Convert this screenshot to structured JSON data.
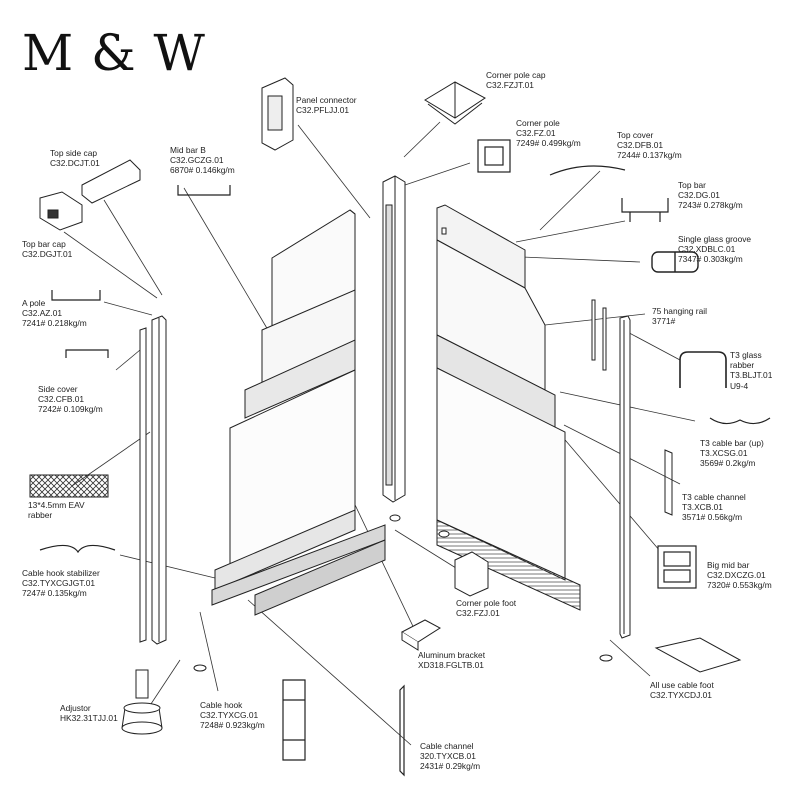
{
  "brand": {
    "logo_text": "M & W"
  },
  "parts": [
    {
      "key": "corner_pole_cap",
      "name": "Corner pole cap",
      "code": "C32.FZJT.01"
    },
    {
      "key": "panel_connector",
      "name": "Panel connector",
      "code": "C32.PFLJJ.01"
    },
    {
      "key": "corner_pole",
      "name": "Corner pole",
      "code": "C32.FZ.01",
      "spec": "7249# 0.499kg/m"
    },
    {
      "key": "top_cover",
      "name": "Top cover",
      "code": "C32.DFB.01",
      "spec": "7244# 0.137kg/m"
    },
    {
      "key": "top_side_cap",
      "name": "Top side cap",
      "code": "C32.DCJT.01"
    },
    {
      "key": "mid_bar_b",
      "name": "Mid bar B",
      "code": "C32.GCZG.01",
      "spec": "6870# 0.146kg/m"
    },
    {
      "key": "top_bar",
      "name": "Top bar",
      "code": "C32.DG.01",
      "spec": "7243# 0.278kg/m"
    },
    {
      "key": "top_bar_cap",
      "name": "Top bar cap",
      "code": "C32.DGJT.01"
    },
    {
      "key": "single_glass_groove",
      "name": "Single glass groove",
      "code": "C32.XDBLC.01",
      "spec": "7347# 0.303kg/m"
    },
    {
      "key": "a_pole",
      "name": "A pole",
      "code": "C32.AZ.01",
      "spec": "7241# 0.218kg/m"
    },
    {
      "key": "hanging_rail",
      "name": "75 hanging rail",
      "code": "3771#"
    },
    {
      "key": "t3_glass_rabber",
      "name": "T3 glass",
      "code": "rabber",
      "spec": "T3.BLJT.01",
      "extra": "U9-4"
    },
    {
      "key": "side_cover",
      "name": "Side cover",
      "code": "C32.CFB.01",
      "spec": "7242# 0.109kg/m"
    },
    {
      "key": "t3_cable_bar",
      "name": "T3 cable bar (up)",
      "code": "T3.XCSG.01",
      "spec": "3569# 0.2kg/m"
    },
    {
      "key": "eav_rabber",
      "name": "13*4.5mm EAV",
      "code": "rabber"
    },
    {
      "key": "t3_cable_channel",
      "name": "T3 cable channel",
      "code": "T3.XCB.01",
      "spec": "3571# 0.56kg/m"
    },
    {
      "key": "cable_hook_stabilizer",
      "name": "Cable hook stabilizer",
      "code": "C32.TYXCGJGT.01",
      "spec": "7247# 0.135kg/m"
    },
    {
      "key": "big_mid_bar",
      "name": "Big mid bar",
      "code": "C32.DXCZG.01",
      "spec": "7320# 0.553kg/m"
    },
    {
      "key": "corner_pole_foot",
      "name": "Corner pole foot",
      "code": "C32.FZJ.01"
    },
    {
      "key": "aluminum_bracket",
      "name": "Aluminum bracket",
      "code": "XD318.FGLTB.01"
    },
    {
      "key": "all_use_cable_foot",
      "name": "All use cable foot",
      "code": "C32.TYXCDJ.01"
    },
    {
      "key": "adjustor",
      "name": "Adjustor",
      "code": "HK32.31TJJ.01"
    },
    {
      "key": "cable_hook",
      "name": "Cable hook",
      "code": "C32.TYXCG.01",
      "spec": "7248# 0.923kg/m"
    },
    {
      "key": "cable_channel",
      "name": "Cable channel",
      "code": "320.TYXCB.01",
      "spec": "2431# 0.29kg/m"
    }
  ]
}
